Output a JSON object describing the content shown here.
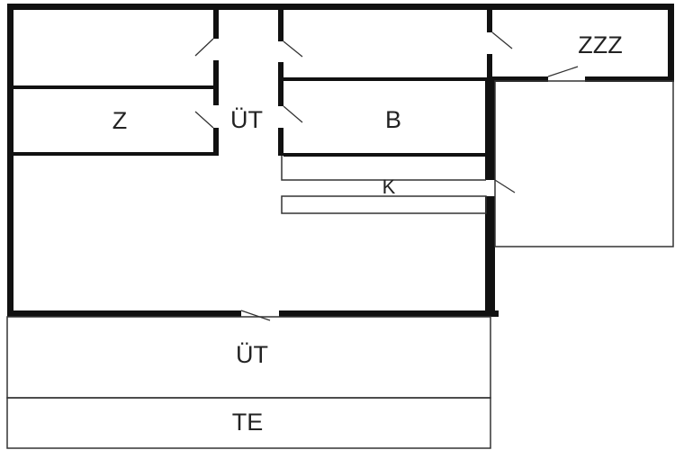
{
  "floor_plan": {
    "rooms": {
      "zzz": "ZZZ",
      "z": "Z",
      "hall_upper": "ÜT",
      "b": "B",
      "k": "K",
      "hall_lower": "ÜT",
      "te": "TE"
    },
    "colors": {
      "wall": "#111111",
      "background": "#ffffff"
    }
  }
}
